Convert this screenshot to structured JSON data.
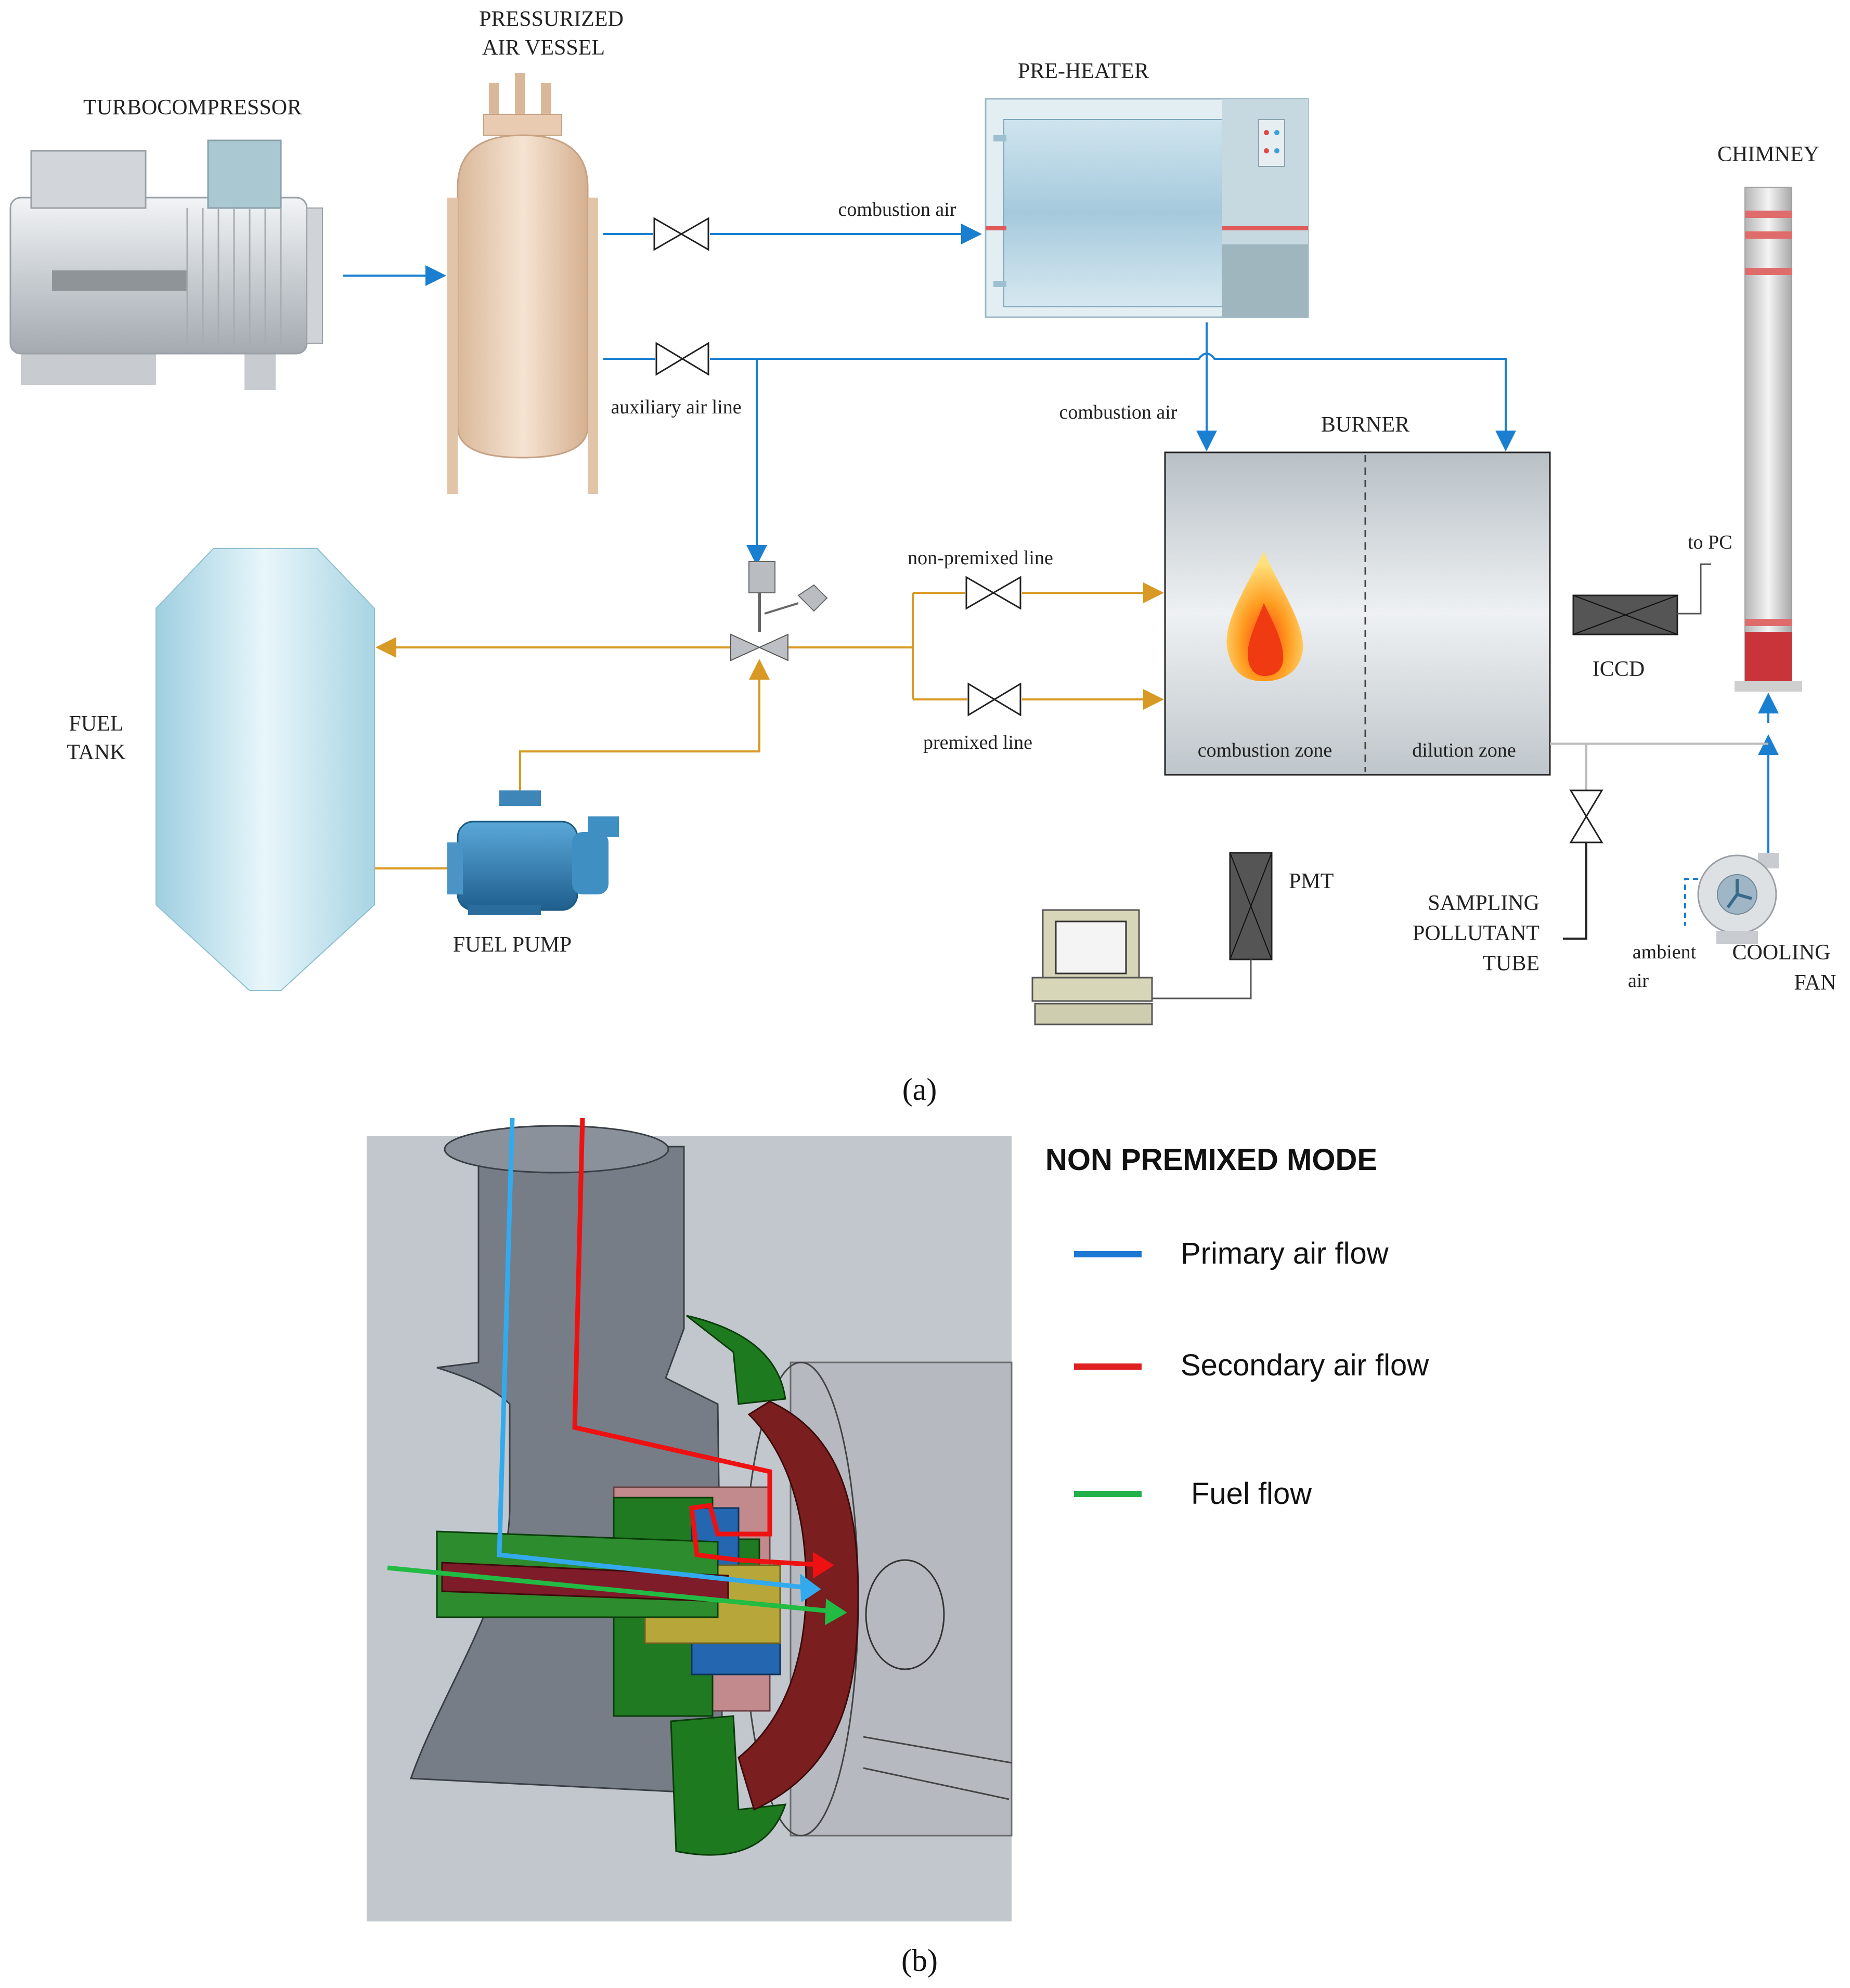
{
  "panel_a": {
    "caption": "(a)",
    "labels": {
      "turbocompressor": "TURBOCOMPRESSOR",
      "pressurized_1": "PRESSURIZED",
      "pressurized_2": "AIR VESSEL",
      "preheater": "PRE-HEATER",
      "chimney": "CHIMNEY",
      "combustion_air_top": "combustion air",
      "auxiliary_air_line": "auxiliary air line",
      "combustion_air_right": "combustion air",
      "burner": "BURNER",
      "non_premixed_line": "non-premixed line",
      "premixed_line": "premixed line",
      "combustion_zone": "combustion zone",
      "dilution_zone": "dilution zone",
      "to_pc": "to PC",
      "iccd": "ICCD",
      "fuel_tank_1": "FUEL",
      "fuel_tank_2": "TANK",
      "fuel_pump": "FUEL PUMP",
      "pmt": "PMT",
      "sampling_1": "SAMPLING",
      "sampling_2": "POLLUTANT",
      "sampling_3": "TUBE",
      "ambient_1": "ambient",
      "ambient_2": "air",
      "cooling_1": "COOLING",
      "cooling_2": "FAN"
    },
    "colors": {
      "air_line": "#1a7fd0",
      "fuel_line": "#d89a25",
      "exhaust_line": "#bbbbbb"
    }
  },
  "panel_b": {
    "caption": "(b)",
    "legend": {
      "title": "NON PREMIXED MODE",
      "items": [
        {
          "label": "Primary air flow",
          "color": "#1f77d4"
        },
        {
          "label": "Secondary air flow",
          "color": "#e02020"
        },
        {
          "label": "Fuel flow",
          "color": "#22b04a"
        }
      ]
    },
    "flow_colors": {
      "primary": "#33aaee",
      "secondary": "#ee1111",
      "fuel": "#22bb44"
    }
  }
}
